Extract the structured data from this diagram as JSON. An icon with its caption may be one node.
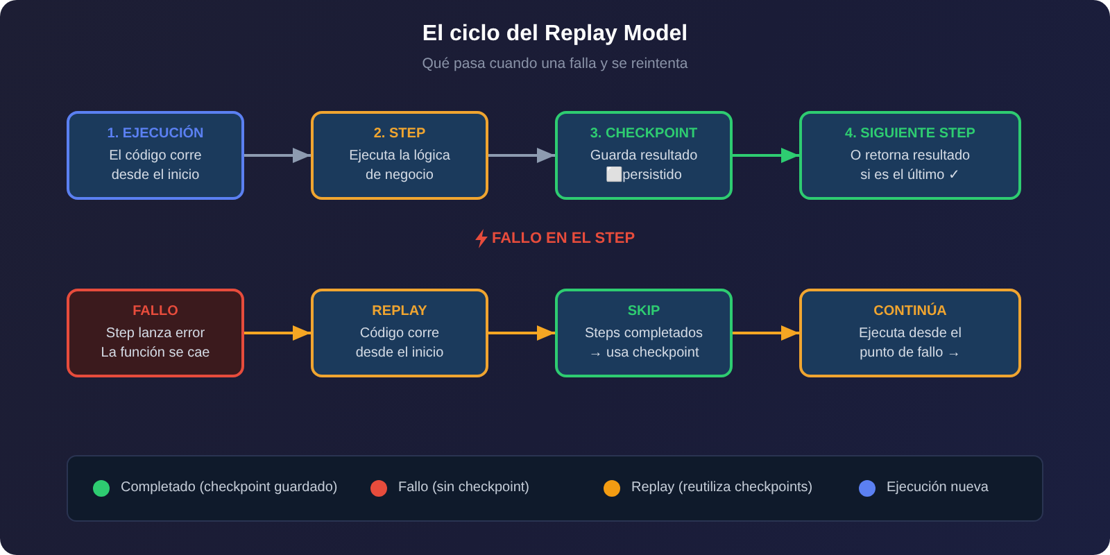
{
  "diagram": {
    "title": "El ciclo del Replay Model",
    "nodes": [
      {
        "text": [
          "1. EJECUCIÓN",
          "El código corre desde el inicio"
        ]
      },
      {
        "text": [
          "2. STEP",
          "Ejecuta la lógica de negocio"
        ]
      },
      {
        "text": [
          "3. CHECKPOINT",
          "Guarda resultado ⬜persistido"
        ]
      },
      {
        "text": [
          "4. SIGUIENTE STEP",
          "O retorna resultado si es el último ✓"
        ]
      },
      {
        "text": [
          "FALLO",
          "Step lanza error La función se cae"
        ]
      },
      {
        "text": [
          "REPLAY",
          "Código corre desde el inicio"
        ]
      },
      {
        "text": [
          "SKIP",
          "Steps completados → usa checkpoint"
        ]
      },
      {
        "text": [
          "CONTINÚA",
          "Ejecuta desde el punto de fallo →"
        ]
      }
    ],
    "edges": [
      {
        "from": 0,
        "to": 1,
        "arrow": "to",
        "color": "#8d9bb0"
      },
      {
        "from": 1,
        "to": 2,
        "arrow": "to",
        "color": "#8d9bb0"
      },
      {
        "from": 2,
        "to": 3,
        "arrow": "to",
        "color": "#2ecc71"
      },
      {
        "from": 4,
        "to": 5,
        "arrow": "to"
      },
      {
        "from": 5,
        "to": 6,
        "arrow": "to"
      },
      {
        "from": 6,
        "to": 7,
        "arrow": "to"
      }
    ],
    "labels": [
      "Qué pasa cuando una falla y se reintenta",
      "FALLO EN EL STEP"
    ],
    "legend": [
      {
        "text": "Completado (checkpoint guardado)",
        "color": "#2ecc71"
      },
      {
        "text": "Fallo (sin checkpoint)",
        "color": "#e74c3c"
      },
      {
        "text": "Replay (reutiliza checkpoints)",
        "color": "#f39c12"
      },
      {
        "text": "Ejecución nueva",
        "color": "#5b80f2"
      }
    ]
  }
}
